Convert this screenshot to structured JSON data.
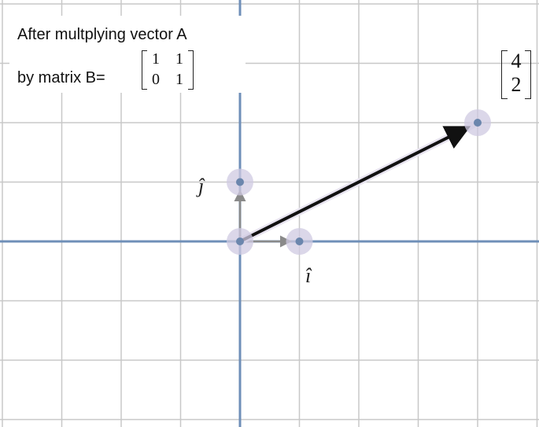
{
  "caption": {
    "line1": "After multplying vector A",
    "line2": "by matrix B="
  },
  "matrix_b": {
    "r1c1": "1",
    "r1c2": "1",
    "r2c1": "0",
    "r2c2": "1"
  },
  "result_vector": {
    "x": "4",
    "y": "2"
  },
  "basis_labels": {
    "i_hat": "î",
    "j_hat": "ĵ"
  },
  "vectors": {
    "i_hat": [
      1,
      0
    ],
    "j_hat": [
      0,
      1
    ],
    "result": [
      4,
      2
    ]
  },
  "grid": {
    "x_range": [
      -4,
      5
    ],
    "y_range": [
      -3,
      4
    ]
  },
  "colors": {
    "axis": "#6f8fb8",
    "grid": "#c8c8c8",
    "vector": "#111111",
    "basis": "#8a8a8a",
    "dot_halo": "#cfc9e2",
    "dot": "#6b86ad"
  }
}
